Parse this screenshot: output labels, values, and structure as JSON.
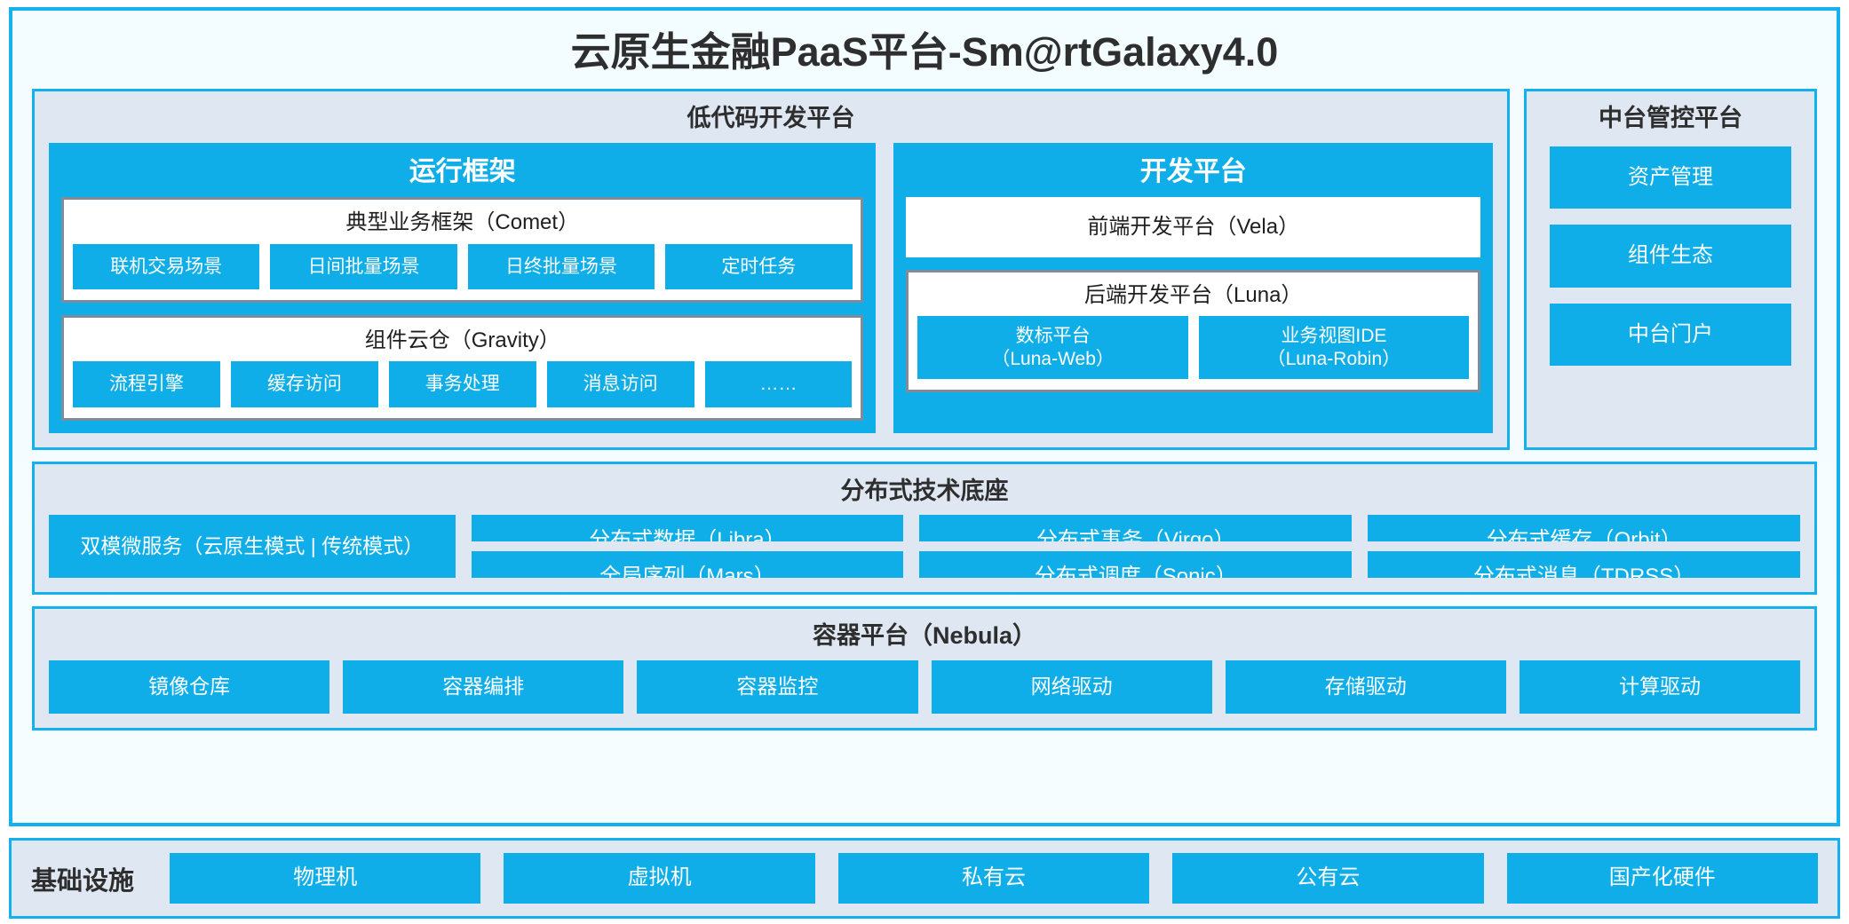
{
  "theme": {
    "accent": "#0FAEE8",
    "border_blue": "#15B0EE",
    "panel_bg": "#DEE7F2",
    "card_border_gray": "#7F8C99",
    "page_bg": "#F5FCFF",
    "text_dark": "#2E2E2E",
    "text_white": "#FFFFFF"
  },
  "header": {
    "title": "云原生金融PaaS平台-Sm@rtGalaxy4.0"
  },
  "lowcode": {
    "title": "低代码开发平台",
    "runtime": {
      "title": "运行框架",
      "comet": {
        "title": "典型业务框架（Comet）",
        "items": [
          "联机交易场景",
          "日间批量场景",
          "日终批量场景",
          "定时任务"
        ]
      },
      "gravity": {
        "title": "组件云仓（Gravity）",
        "items": [
          "流程引擎",
          "缓存访问",
          "事务处理",
          "消息访问",
          "……"
        ]
      }
    },
    "develop": {
      "title": "开发平台",
      "frontend": "前端开发平台（Vela）",
      "backend": {
        "title": "后端开发平台（Luna）",
        "items": [
          {
            "line1": "数标平台",
            "line2": "（Luna-Web）"
          },
          {
            "line1": "业务视图IDE",
            "line2": "（Luna-Robin）"
          }
        ]
      }
    }
  },
  "mgmt": {
    "title": "中台管控平台",
    "items": [
      "资产管理",
      "组件生态",
      "中台门户"
    ]
  },
  "distributed": {
    "title": "分布式技术底座",
    "microservice": {
      "line1": "双模微服务",
      "line2": "（云原生模式 | 传统模式）"
    },
    "groups": [
      [
        "分布式数据（Libra）",
        "全局序列（Mars）"
      ],
      [
        "分布式事务（Virgo）",
        "分布式调度（Sonic）"
      ],
      [
        "分布式缓存（Orbit）",
        "分布式消息（TDRSS）"
      ]
    ]
  },
  "container": {
    "title": "容器平台（Nebula）",
    "items": [
      "镜像仓库",
      "容器编排",
      "容器监控",
      "网络驱动",
      "存储驱动",
      "计算驱动"
    ]
  },
  "infrastructure": {
    "label": "基础设施",
    "items": [
      "物理机",
      "虚拟机",
      "私有云",
      "公有云",
      "国产化硬件"
    ]
  }
}
